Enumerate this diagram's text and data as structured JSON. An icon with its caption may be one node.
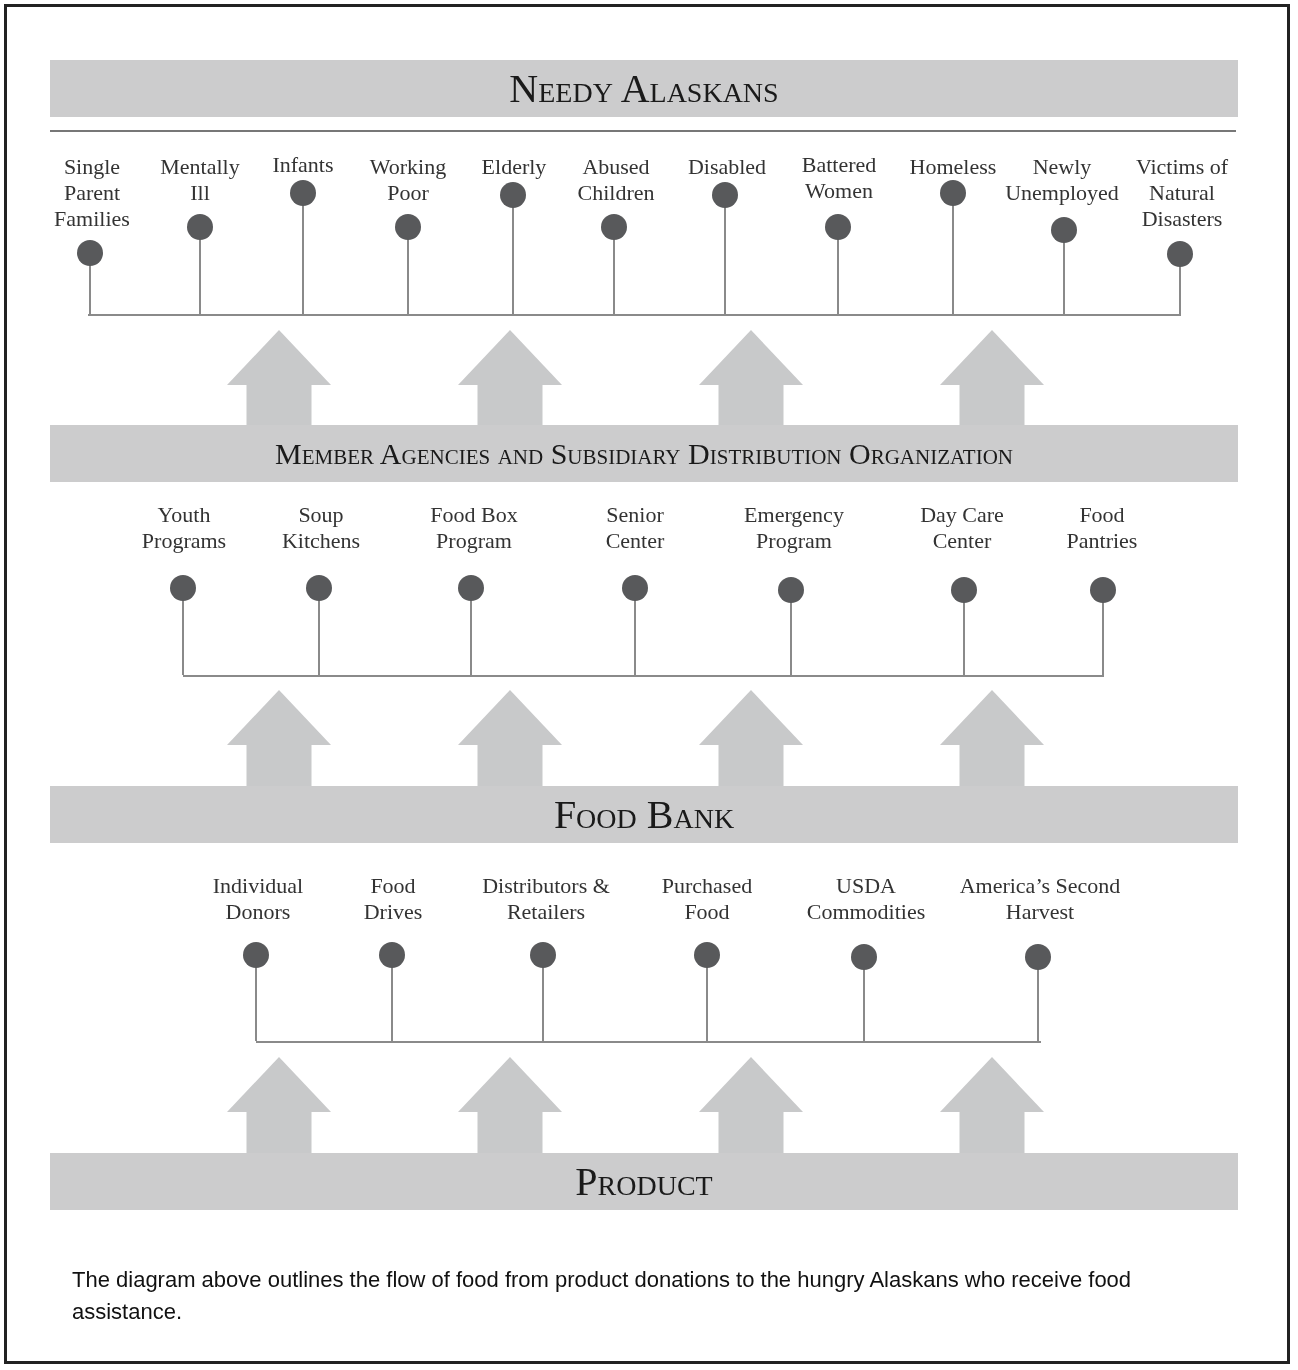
{
  "diagram": {
    "caption": "The diagram above outlines the flow of food from product donations to the hungry Alaskans who receive food assistance.",
    "nodes": [
      {
        "text": [
          "Needy Alaskans"
        ]
      },
      {
        "text": [
          "Single Parent Families"
        ]
      },
      {
        "text": [
          "Mentally Ill"
        ]
      },
      {
        "text": [
          "Infants"
        ]
      },
      {
        "text": [
          "Working Poor"
        ]
      },
      {
        "text": [
          "Elderly"
        ]
      },
      {
        "text": [
          "Abused Children"
        ]
      },
      {
        "text": [
          "Disabled"
        ]
      },
      {
        "text": [
          "Battered Women"
        ]
      },
      {
        "text": [
          "Homeless"
        ]
      },
      {
        "text": [
          "Newly Unemployed"
        ]
      },
      {
        "text": [
          "Victims of Natural Disasters"
        ]
      },
      {
        "text": [],
        "shape": "bar"
      },
      {
        "text": [
          "Member Agencies and Subsidiary Distribution Organization"
        ]
      },
      {
        "text": [
          "Youth Programs"
        ]
      },
      {
        "text": [
          "Soup Kitchens"
        ]
      },
      {
        "text": [
          "Food Box Program"
        ]
      },
      {
        "text": [
          "Senior Center"
        ]
      },
      {
        "text": [
          "Emergency Program"
        ]
      },
      {
        "text": [
          "Day Care Center"
        ]
      },
      {
        "text": [
          "Food Pantries"
        ]
      },
      {
        "text": [],
        "shape": "bar"
      },
      {
        "text": [
          "Food Bank"
        ]
      },
      {
        "text": [
          "Individual Donors"
        ]
      },
      {
        "text": [
          "Food Drives"
        ]
      },
      {
        "text": [
          "Distributors & Retailers"
        ]
      },
      {
        "text": [
          "Purchased Food"
        ]
      },
      {
        "text": [
          "USDA Commodities"
        ]
      },
      {
        "text": [
          "America’s Second Harvest"
        ]
      },
      {
        "text": [],
        "shape": "bar"
      },
      {
        "text": [
          "Product"
        ]
      }
    ],
    "edges": [
      {
        "from": 1,
        "to": 12,
        "arrow": "other"
      },
      {
        "from": 2,
        "to": 12,
        "arrow": "other"
      },
      {
        "from": 3,
        "to": 12,
        "arrow": "other"
      },
      {
        "from": 4,
        "to": 12,
        "arrow": "other"
      },
      {
        "from": 5,
        "to": 12,
        "arrow": "other"
      },
      {
        "from": 6,
        "to": 12,
        "arrow": "other"
      },
      {
        "from": 7,
        "to": 12,
        "arrow": "other"
      },
      {
        "from": 8,
        "to": 12,
        "arrow": "other"
      },
      {
        "from": 9,
        "to": 12,
        "arrow": "other"
      },
      {
        "from": 10,
        "to": 12,
        "arrow": "other"
      },
      {
        "from": 11,
        "to": 12,
        "arrow": "other"
      },
      {
        "from": 13,
        "to": 12,
        "arrow": "to",
        "style": "thick"
      },
      {
        "from": 13,
        "to": 12,
        "arrow": "to",
        "style": "thick"
      },
      {
        "from": 13,
        "to": 12,
        "arrow": "to",
        "style": "thick"
      },
      {
        "from": 13,
        "to": 12,
        "arrow": "to",
        "style": "thick"
      },
      {
        "from": 14,
        "to": 21,
        "arrow": "other"
      },
      {
        "from": 15,
        "to": 21,
        "arrow": "other"
      },
      {
        "from": 16,
        "to": 21,
        "arrow": "other"
      },
      {
        "from": 17,
        "to": 21,
        "arrow": "other"
      },
      {
        "from": 18,
        "to": 21,
        "arrow": "other"
      },
      {
        "from": 19,
        "to": 21,
        "arrow": "other"
      },
      {
        "from": 20,
        "to": 21,
        "arrow": "other"
      },
      {
        "from": 22,
        "to": 21,
        "arrow": "to",
        "style": "thick"
      },
      {
        "from": 22,
        "to": 21,
        "arrow": "to",
        "style": "thick"
      },
      {
        "from": 22,
        "to": 21,
        "arrow": "to",
        "style": "thick"
      },
      {
        "from": 22,
        "to": 21,
        "arrow": "to",
        "style": "thick"
      },
      {
        "from": 23,
        "to": 29,
        "arrow": "other"
      },
      {
        "from": 24,
        "to": 29,
        "arrow": "other"
      },
      {
        "from": 25,
        "to": 29,
        "arrow": "other"
      },
      {
        "from": 26,
        "to": 29,
        "arrow": "other"
      },
      {
        "from": 27,
        "to": 29,
        "arrow": "other"
      },
      {
        "from": 28,
        "to": 29,
        "arrow": "other"
      },
      {
        "from": 30,
        "to": 29,
        "arrow": "to",
        "style": "thick"
      },
      {
        "from": 30,
        "to": 29,
        "arrow": "to",
        "style": "thick"
      },
      {
        "from": 30,
        "to": 29,
        "arrow": "to",
        "style": "thick"
      },
      {
        "from": 30,
        "to": 29,
        "arrow": "to",
        "style": "thick"
      }
    ]
  }
}
